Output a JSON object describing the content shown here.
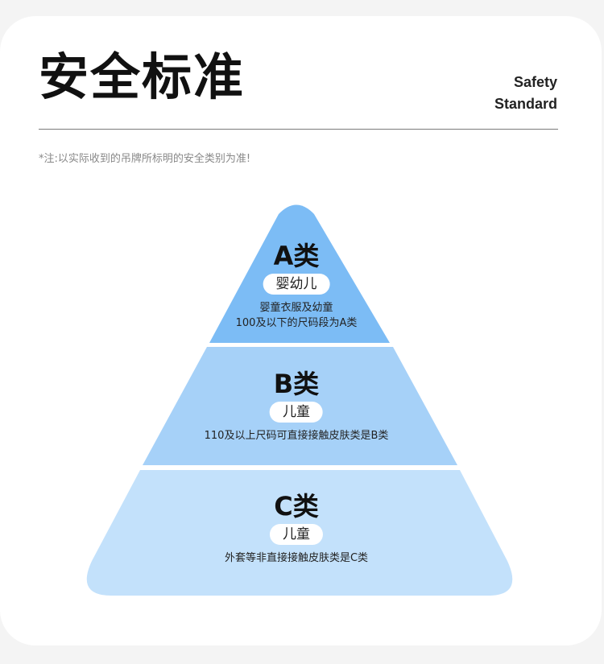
{
  "header": {
    "title": "安全标准",
    "subtitle_line1": "Safety",
    "subtitle_line2": "Standard"
  },
  "note": "*注:以实际收到的吊牌所标明的安全类别为准!",
  "tiers": [
    {
      "label": "A类",
      "pill": "婴幼儿",
      "desc_line1": "婴童衣服及幼童",
      "desc_line2": "100及以下的尺码段为A类",
      "color": "#7cbcf5"
    },
    {
      "label": "B类",
      "pill": "儿童",
      "desc_line1": "110及以上尺码可直接接触皮肤类是B类",
      "color": "#a6d1f8"
    },
    {
      "label": "C类",
      "pill": "儿童",
      "desc_line1": "外套等非直接接触皮肤类是C类",
      "color": "#c3e1fb"
    }
  ]
}
